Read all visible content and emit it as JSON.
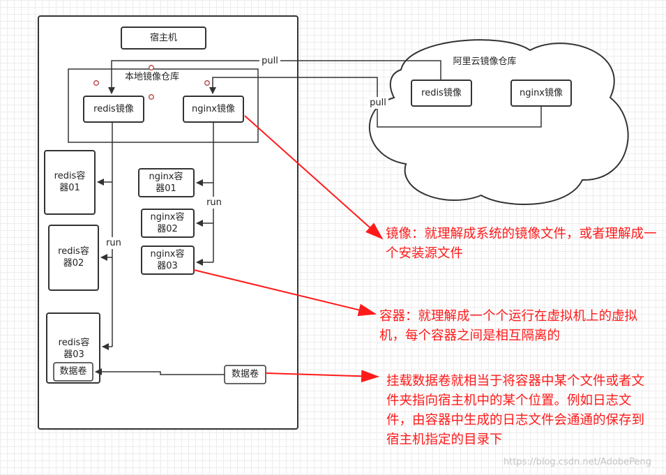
{
  "host": {
    "title": "宿主机"
  },
  "local_repo": {
    "label": "本地镜像仓库"
  },
  "cloud_repo": {
    "label": "阿里云镜像仓库"
  },
  "images": {
    "local_redis": "redis镜像",
    "local_nginx": "nginx镜像",
    "cloud_redis": "redis镜像",
    "cloud_nginx": "nginx镜像"
  },
  "containers": {
    "redis01": "redis容器01",
    "redis02": "redis容器02",
    "redis03": "redis容器03",
    "nginx01": "nginx容器01",
    "nginx02": "nginx容器02",
    "nginx03": "nginx容器03"
  },
  "volumes": {
    "inner": "数据卷",
    "host": "数据卷"
  },
  "edges": {
    "pull_top": "pull",
    "pull_side": "pull",
    "run_nginx": "run",
    "run_redis": "run"
  },
  "notes": {
    "image": "镜像：就理解成系统的镜像文件，或者理解成一个安装源文件",
    "container": "容器：就理解成一个个运行在虚拟机上的虚拟机，每个容器之间是相互隔离的",
    "volume": "挂载数据卷就相当于将容器中某个文件或者文件夹指向宿主机中的某个位置。例如日志文件，由容器中生成的日志文件会通通的保存到宿主机指定的目录下"
  },
  "watermark": "https://blog.csdn.net/AdobePeng",
  "colors": {
    "stroke": "#333333",
    "annotation": "#ff1a1a",
    "handle": "#b23b3b"
  }
}
